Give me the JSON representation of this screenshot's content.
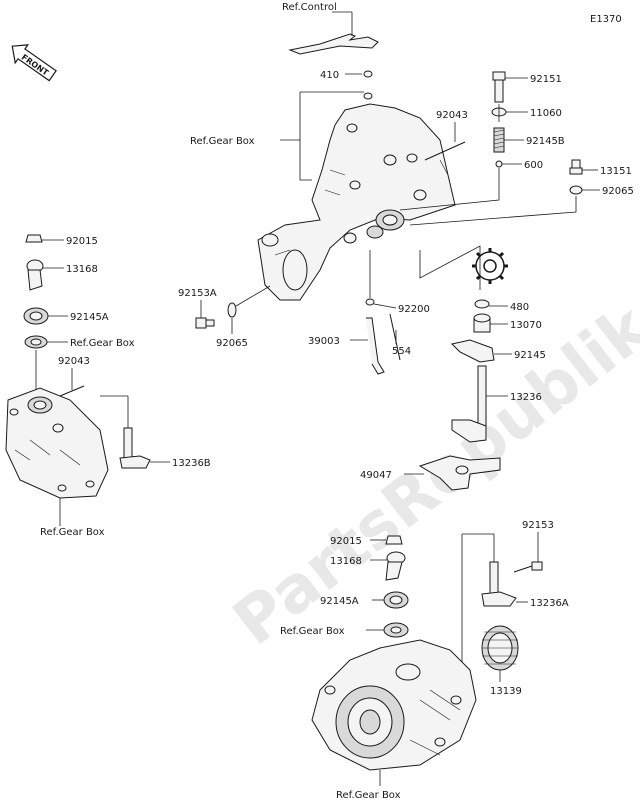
{
  "diagram_code": "E1370",
  "front_badge": "FRONT",
  "watermark": "PartsRepublik",
  "labels": {
    "ref_control": "Ref.Control",
    "ref_gear_box_1": "Ref.Gear Box",
    "ref_gear_box_2": "Ref.Gear Box",
    "ref_gear_box_3": "Ref.Gear Box",
    "ref_gear_box_4": "Ref.Gear Box",
    "ref_gear_box_5": "Ref.Gear Box",
    "p410": "410",
    "p92151": "92151",
    "p11060": "11060",
    "p92043_top": "92043",
    "p92145B": "92145B",
    "p600": "600",
    "p13151": "13151",
    "p92065_right": "92065",
    "p92015_left": "92015",
    "p13168_left": "13168",
    "p92145A_left": "92145A",
    "p92043_left": "92043",
    "p92153A": "92153A",
    "p92065_mid": "92065",
    "p92200": "92200",
    "p480": "480",
    "p13070": "13070",
    "p39003": "39003",
    "p554": "554",
    "p92145": "92145",
    "p13236": "13236",
    "p13236B": "13236B",
    "p49047": "49047",
    "p92015_bottom": "92015",
    "p13168_bottom": "13168",
    "p92145A_bottom": "92145A",
    "p92153": "92153",
    "p13236A": "13236A",
    "p13139": "13139"
  }
}
